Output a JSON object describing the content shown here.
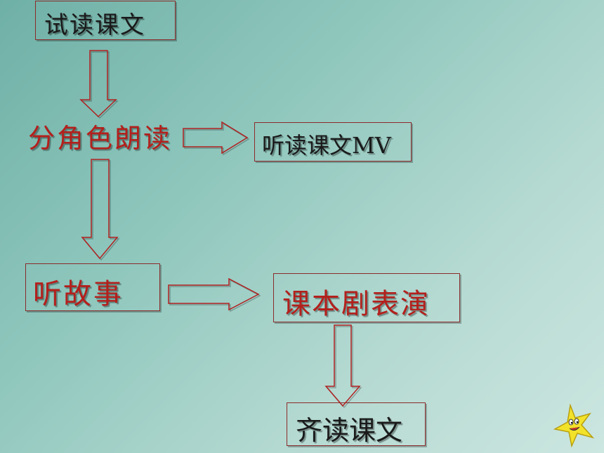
{
  "nodes": {
    "try_read": "试读课文",
    "role_read": "分角色朗读",
    "listen_mv": "听读课文MV",
    "listen_story": "听故事",
    "play": "课本剧表演",
    "read_together": "齐读课文"
  },
  "colors": {
    "node_text_dark": "#1a1a1a",
    "node_text_red": "#b3201c",
    "border": "#8b2a2a",
    "arrow": "#b02020"
  },
  "decoration": {
    "icon": "star-mascot-icon"
  }
}
